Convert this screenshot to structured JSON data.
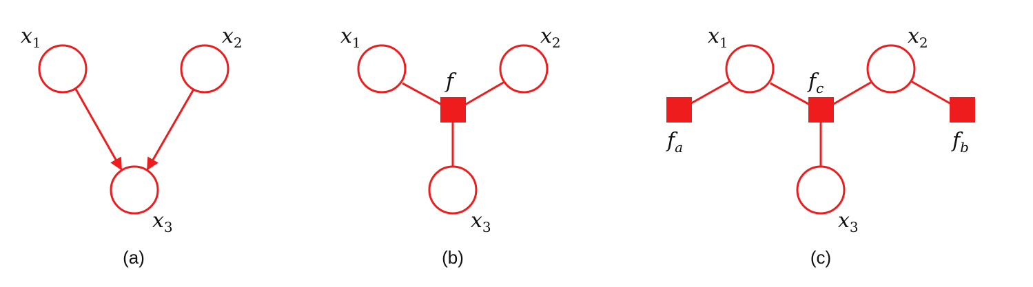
{
  "panels": [
    {
      "caption": "(a)",
      "nodes": [
        {
          "base": "x",
          "sub": "1"
        },
        {
          "base": "x",
          "sub": "2"
        },
        {
          "base": "x",
          "sub": "3"
        }
      ]
    },
    {
      "caption": "(b)",
      "nodes": [
        {
          "base": "x",
          "sub": "1"
        },
        {
          "base": "x",
          "sub": "2"
        },
        {
          "base": "x",
          "sub": "3"
        }
      ],
      "factors": [
        {
          "base": "f",
          "sub": ""
        }
      ]
    },
    {
      "caption": "(c)",
      "nodes": [
        {
          "base": "x",
          "sub": "1"
        },
        {
          "base": "x",
          "sub": "2"
        },
        {
          "base": "x",
          "sub": "3"
        }
      ],
      "factors": [
        {
          "base": "f",
          "sub": "c"
        },
        {
          "base": "f",
          "sub": "a"
        },
        {
          "base": "f",
          "sub": "b"
        }
      ]
    }
  ],
  "colors": {
    "accent": "#ee1c1c"
  }
}
